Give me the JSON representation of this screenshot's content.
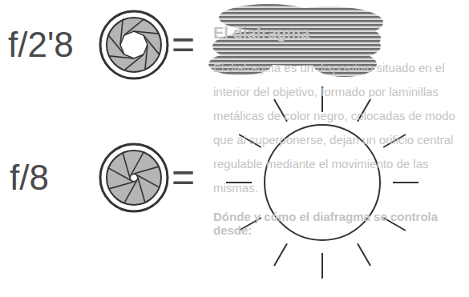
{
  "diagram": {
    "labels": [
      "El diafragma",
      "f/2'8",
      "=",
      "El diafragma es un dispositivo situado en el interior del objetivo, formado por laminillas metálicas de color negro, colocadas de modo que al superponerse, dejan un orificio central regulable mediante el movimiento de las mismas.",
      "f/8",
      "=",
      "Dónde y cómo el diafragma se controla desde:"
    ]
  }
}
